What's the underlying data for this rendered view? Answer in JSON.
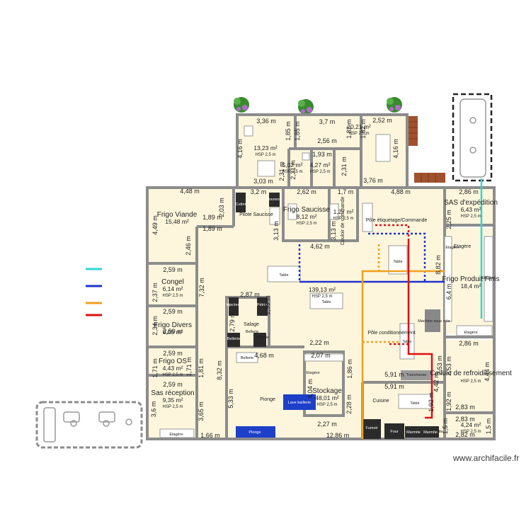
{
  "site": {
    "watermark": "www.archifacile.fr"
  },
  "colors": {
    "wall": "#8c8c8c",
    "floor": "#fdf6dc",
    "cyan": "#33d6d6",
    "blue": "#2233cc",
    "orange": "#f0a020",
    "red": "#dd1111",
    "equipment": "#2b2b2b",
    "plonge": "#1e3fc8"
  },
  "legend": [
    "cyan",
    "blue",
    "orange",
    "red"
  ],
  "rooms": [
    {
      "name": "Frigo Viande",
      "area": "15,48 m²"
    },
    {
      "name": "Congel",
      "area": "6,14 m²",
      "hsp": "HSP 2,5 m"
    },
    {
      "name": "Frigo Divers",
      "area": "6,05 m²"
    },
    {
      "name": "Frigo OS",
      "area": "4,43 m²",
      "hsp": "HSP 2,5 m"
    },
    {
      "name": "Sas réception",
      "area": "9,35 m²",
      "hsp": "HSP 2,5 m"
    },
    {
      "name": "Frigo Saucisse",
      "area": "8,12 m²",
      "hsp": "HSP 2,5 m"
    },
    {
      "name": "",
      "area": "139,13 m²",
      "hsp": "HSP 2,5 m"
    },
    {
      "name": "Stockage",
      "area": "48,01 m²",
      "hsp": "HSP 2,5 m"
    },
    {
      "name": "SAS d'expédition",
      "area": "6,43 m²",
      "hsp": "HSP 2,5 m"
    },
    {
      "name": "Frigo Produit Finis",
      "area": "18,4 m²"
    },
    {
      "name": "Cellule de refroidissement",
      "area": "",
      "hsp": "HSP 2,5 m"
    },
    {
      "name": "",
      "area": "4,24 m²",
      "hsp": "HSP 2,5 m"
    },
    {
      "name": "",
      "area": "13,23 m²",
      "hsp": "HSP 2,5 m"
    },
    {
      "name": "",
      "area": "20,21 m²",
      "hsp": "HSP 2,5 m"
    },
    {
      "name": "",
      "area": "4,27 m²",
      "hsp": "HSP 2,5 m"
    },
    {
      "name": "",
      "area": "5,02 m²",
      "hsp": "HSP 2,5 m"
    },
    {
      "name": "",
      "area": "1,27 m²",
      "hsp": "HSP 2,5 m"
    }
  ],
  "zones": [
    "Pôle étiquetage/Commande",
    "Pôle conditionnement",
    "Pilote Saucisse",
    "Salage",
    "Pionge",
    "Cuisine",
    "Etagère",
    "Couloir de commande"
  ],
  "furniture": [
    "Table",
    "Table",
    "Table",
    "Table",
    "Table",
    "Etagère",
    "Etagère",
    "Etagère",
    "Etagère",
    "Etagère",
    "Bellerie",
    "Bellerie",
    "Bellerie",
    "Machine sous vide",
    "Trancheuse",
    "Mamaite"
  ],
  "equipment": [
    "Cutter",
    "Poussoir",
    "Pétrin",
    "Injecteur",
    "Bellerie",
    "Lave baillerie",
    "Plonge",
    "Fumoir",
    "Four",
    "Marmite",
    "Marmite"
  ],
  "dimensions": [
    "3,36 m",
    "3,7 m",
    "2,52 m",
    "1,85 m",
    "1,85 m",
    "1,82 m",
    "1,82 m",
    "2,56 m",
    "1,93 m",
    "4,16 m",
    "4,16 m",
    "2,31 m",
    "2,31 m",
    "2,31 m",
    "3,03 m",
    "3,76 m",
    "4,48 m",
    "3,2 m",
    "2,62 m",
    "1,7 m",
    "4,88 m",
    "2,86 m",
    "2,03 m",
    "1,89 m",
    "1,89 m",
    "4,49 m",
    "2,46 m",
    "3,13 m",
    "3,13 m",
    "4,62 m",
    "2,59 m",
    "2,37 m",
    "7,32 m",
    "2,59 m",
    "2,34 m",
    "2,59 m",
    "2,87 m",
    "1,99 m",
    "2,79 m",
    "2,59 m",
    "1,71 m",
    "1,71 m",
    "1,81 m",
    "4,68 m",
    "2,22 m",
    "2,07 m",
    "1,86 m",
    "2,59 m",
    "3,6 m",
    "3,65 m",
    "8,32 m",
    "5,33 m",
    "4,04 m",
    "2,28 m",
    "1,66 m",
    "2,27 m",
    "12,86 m",
    "5,91 m",
    "5,91 m",
    "2,86 m",
    "8,82 m",
    "6,4 m",
    "2,53 m",
    "2,53 m",
    "4,44 m",
    "4,42 m",
    "2,25 m",
    "1,92 m",
    "1,92 m",
    "2,83 m",
    "2,83 m",
    "2,82 m",
    "1,5 m",
    "1,5 m"
  ]
}
